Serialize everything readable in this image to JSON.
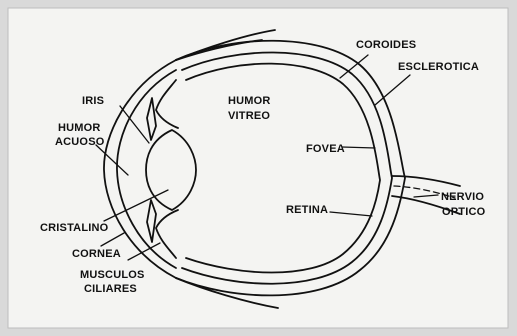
{
  "colors": {
    "outer_background": "#d9d9d9",
    "panel_background": "#f4f4f2",
    "ink": "#111111"
  },
  "labels": {
    "coroides": "COROIDES",
    "esclerotica": "ESCLEROTICA",
    "iris": "IRIS",
    "humor_acuoso_line1": "HUMOR",
    "humor_acuoso_line2": "ACUOSO",
    "humor_vitreo_line1": "HUMOR",
    "humor_vitreo_line2": "VITREO",
    "fovea": "FOVEA",
    "retina": "RETINA",
    "nervio_optico_line1": "NERVIO",
    "nervio_optico_line2": "OPTICO",
    "cristalino": "CRISTALINO",
    "cornea": "CORNEA",
    "musculos_ciliares_line1": "MUSCULOS",
    "musculos_ciliares_line2": "CILIARES"
  }
}
